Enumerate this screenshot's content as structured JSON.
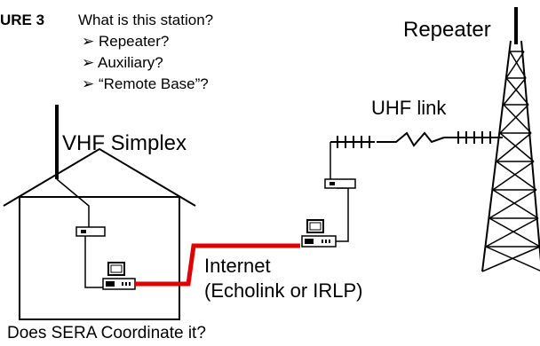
{
  "figure_label": "URE 3",
  "question": "What is this station?",
  "options": [
    {
      "bullet": "➢",
      "text": "Repeater?"
    },
    {
      "bullet": "➢",
      "text": "Auxiliary?"
    },
    {
      "bullet": "➢",
      "text": "“Remote Base”?"
    }
  ],
  "labels": {
    "repeater": "Repeater",
    "uhf_link": "UHF link",
    "vhf_simplex": "VHF Simplex",
    "internet": "Internet",
    "echolink": "(Echolink or IRLP)",
    "coordinate": "Does SERA Coordinate it?"
  },
  "colors": {
    "internet_line": "#e00000",
    "ink": "#000000"
  }
}
